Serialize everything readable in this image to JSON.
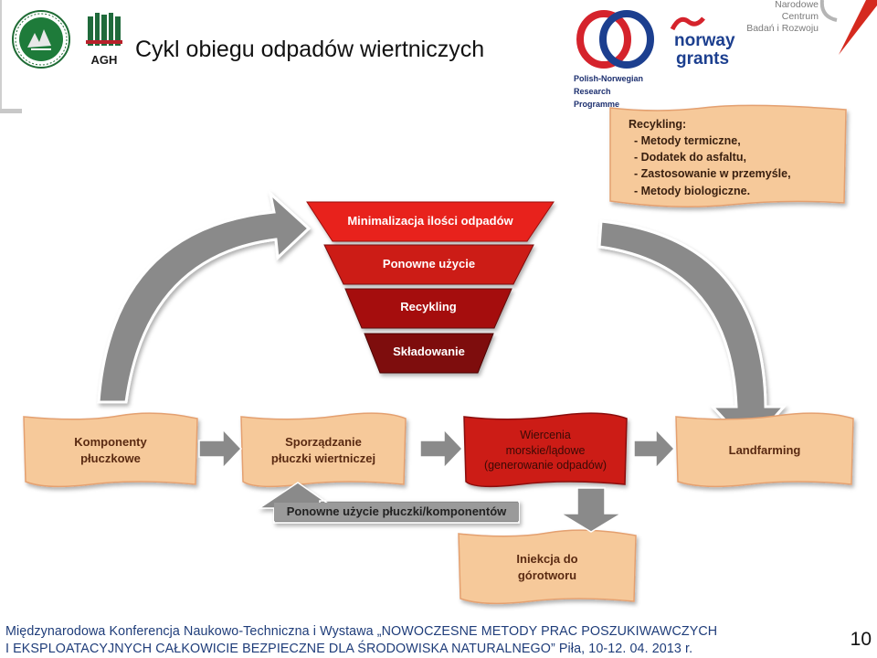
{
  "header": {
    "title": "Cykl obiegu odpadów wiertniczych",
    "agh_logo": "AGH",
    "ppp_logo": [
      "Polish-Norwegian",
      "Research",
      "Programme"
    ],
    "norway_logo": [
      "norway",
      "grants"
    ],
    "ncbr_logo": [
      "Narodowe Centrum",
      "Badań i Rozwoju"
    ]
  },
  "recycling_note": {
    "heading": "Recykling:",
    "items": [
      "- Metody termiczne,",
      "- Dodatek do asfaltu,",
      "- Zastosowanie w przemyśle,",
      "- Metody biologiczne."
    ]
  },
  "hierarchy": [
    "Minimalizacja ilości odpadów",
    "Ponowne użycie",
    "Recykling",
    "Składowanie"
  ],
  "flow": {
    "components": "Komponenty\npłuczkowe",
    "preparation": "Sporządzanie\npłuczki wiertniczej",
    "drilling": "Wiercenia\nmorskie/lądowe\n(generowanie odpadów)",
    "landfarming": "Landfarming",
    "reuse": "Ponowne użycie płuczki/komponentów",
    "injection": "Iniekcja do\ngórotworu"
  },
  "footer": {
    "line1": "Międzynarodowa Konferencja Naukowo-Techniczna i Wystawa „NOWOCZESNE METODY PRAC POSZUKIWAWCZYCH",
    "line2": "I EKSPLOATACYJNYCH CAŁKOWICIE BEZPIECZNE DLA ŚRODOWISKA NATURALNEGO” Piła, 10-12. 04. 2013 r.",
    "page_number": "10"
  },
  "colors": {
    "paper": "#f6c99a",
    "paper_edge": "#e4a070",
    "funnel": [
      "#e8221c",
      "#cc1a14",
      "#a50f0c",
      "#7e0b0a"
    ],
    "arrow": "#8a8a8a",
    "footer_text": "#1f3d7a"
  }
}
